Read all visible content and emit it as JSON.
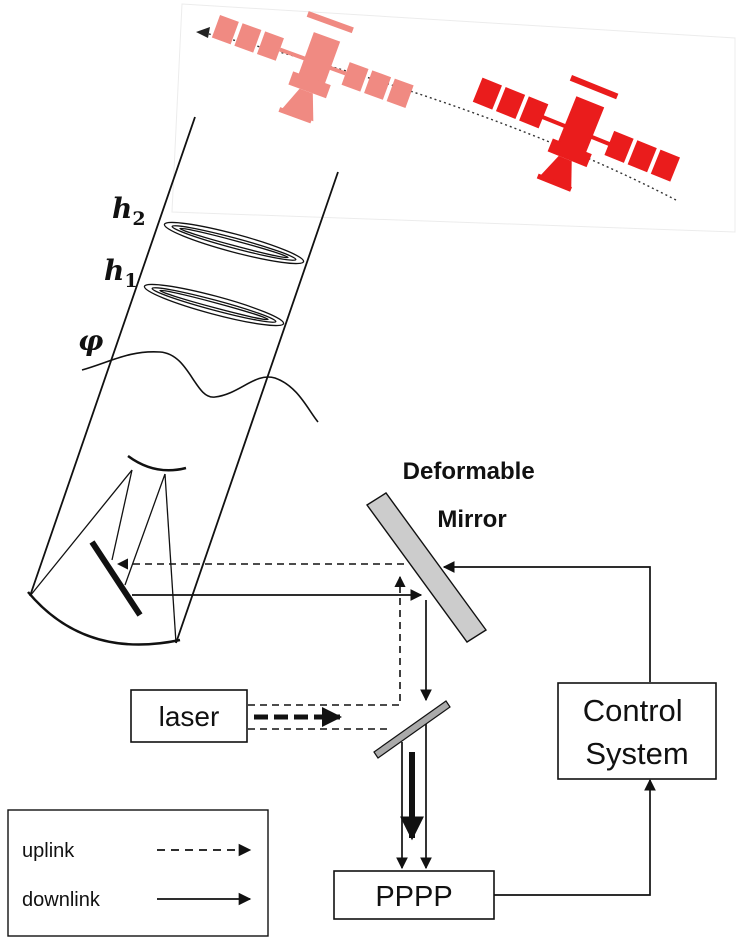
{
  "labels": {
    "h2_base": "h",
    "h2_sub": "2",
    "h1_base": "h",
    "h1_sub": "1",
    "phi": "φ",
    "deformable_mirror_line1": "Deformable",
    "deformable_mirror_line2": "Mirror",
    "laser": "laser",
    "control_line1": "Control",
    "control_line2": "System",
    "pppp": "PPPP"
  },
  "legend": {
    "uplink": "uplink",
    "downlink": "downlink"
  },
  "colors": {
    "satellite_near": "#ea1c1c",
    "satellite_far": "#f08a82",
    "mirror_fill": "#cccccc",
    "line": "#111111"
  }
}
